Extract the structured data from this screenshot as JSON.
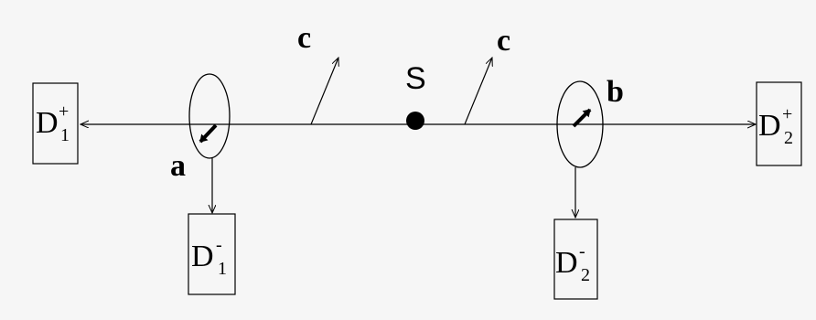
{
  "diagram": {
    "source_label": "S",
    "labels": {
      "a": "a",
      "b": "b",
      "c_left": "c",
      "c_right": "c"
    },
    "detectors": {
      "d1_plus": {
        "letter": "D",
        "sup": "+",
        "sub": "1"
      },
      "d1_minus": {
        "letter": "D",
        "sup": "-",
        "sub": "1"
      },
      "d2_plus": {
        "letter": "D",
        "sup": "+",
        "sub": "2"
      },
      "d2_minus": {
        "letter": "D",
        "sup": "-",
        "sub": "2"
      }
    }
  }
}
